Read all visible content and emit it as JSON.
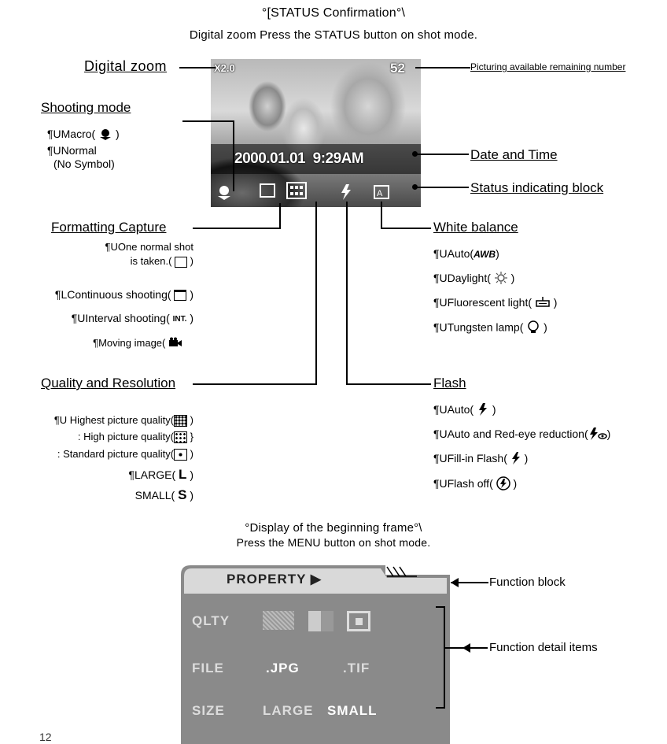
{
  "header": {
    "line1": "°[STATUS Confirmation°\\",
    "line2": "Digital zoom Press the STATUS button on shot mode."
  },
  "lcd": {
    "zoom_text": "X2.0",
    "remaining": "52",
    "datetime": "2000.01.01  9:29AM"
  },
  "left": {
    "digital_zoom": "Digital zoom",
    "shooting_mode": "Shooting mode",
    "shooting_items": [
      "¶UMacro(",
      ")",
      "¶UNormal",
      "(No Symbol)"
    ],
    "formatting_capture": "Formatting Capture",
    "formatting_items": [
      "¶UOne normal shot",
      "is taken.(",
      ")",
      "¶LContinuous shooting(",
      ")",
      "¶UInterval shooting(",
      ")",
      "¶Moving image("
    ],
    "quality_resolution": "Quality and Resolution",
    "quality_items": [
      "¶U Highest picture quality(",
      ")",
      ": High picture quality(",
      "}",
      ": Standard picture quality(",
      ")",
      "¶LARGE(",
      "L",
      ")",
      "SMALL(",
      "S",
      ")"
    ]
  },
  "right": {
    "picturing_remaining": "Picturing available remaining number",
    "date_time": "Date and Time",
    "status_block": "Status indicating block",
    "white_balance": "White balance",
    "wb_items": [
      "¶UAuto(",
      ")",
      "¶UDaylight(",
      ")",
      "¶UFluorescent light(",
      ")",
      "¶UTungsten lamp(",
      ")"
    ],
    "flash": "Flash",
    "flash_items": [
      "¶UAuto(",
      ")",
      "¶UAuto and Red-eye reduction(",
      ")",
      "¶UFill-in Flash(",
      ")",
      "¶UFlash off(",
      ")"
    ]
  },
  "menu_section": {
    "line1": "°Display of the beginning frame°\\",
    "line2": "Press the MENU button on shot mode.",
    "tab": "PROPERTY ▶",
    "rows": [
      {
        "label": "QLTY"
      },
      {
        "label": "FILE",
        "opt1": ".JPG",
        "opt2": ".TIF"
      },
      {
        "label": "SIZE",
        "opt1": "LARGE",
        "opt2": "SMALL"
      }
    ],
    "function_block": "Function block",
    "function_detail": "Function detail items"
  },
  "page_number": "12"
}
